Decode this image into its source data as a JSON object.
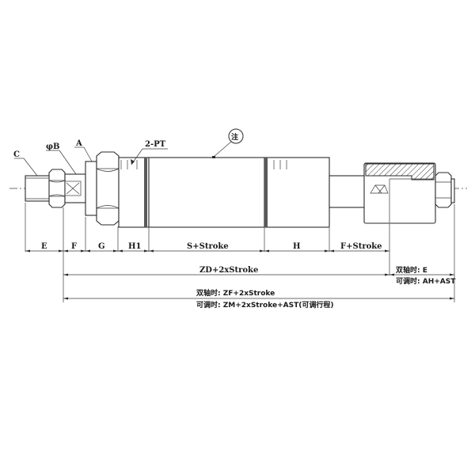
{
  "drawing": {
    "type": "cylinder-technical-drawing",
    "callouts": {
      "c": "C",
      "phi_b": "φB",
      "a": "A",
      "pt": "2-PT",
      "note": "注"
    },
    "dimensions": {
      "e": "E",
      "f": "F",
      "g": "G",
      "h1": "H1",
      "s_stroke": "S+Stroke",
      "h": "H",
      "f_stroke": "F+Stroke",
      "zd": "ZD+2xStroke",
      "double_rod_e": "双轴时: E",
      "adjustable_ah": "可调时: AH+AST",
      "double_rod_zf": "双轴时: ZF+2xStroke",
      "adjustable_zm": "可调时: ZM+2xStroke+AST(可调行程)"
    }
  }
}
